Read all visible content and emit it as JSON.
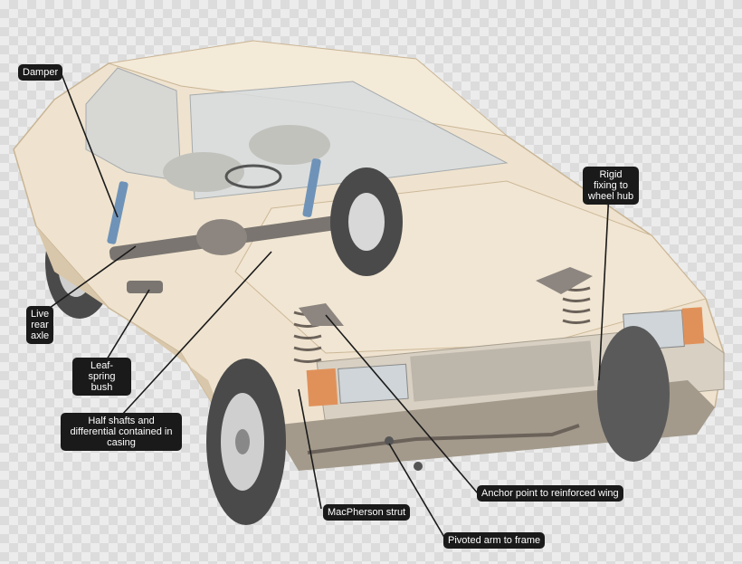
{
  "colors": {
    "body_paint": "#efe3cf",
    "body_shadow": "#d9c7ab",
    "tyre": "#4a4a4a",
    "leader": "#1a1a1a",
    "label_bg": "#1a1a1a",
    "label_text": "#ffffff",
    "damper": "#6f93b8",
    "indicator": "#e0915a"
  },
  "labels": {
    "damper": "Damper",
    "live_rear_axle": "Live rear axle",
    "leaf_spring_bush": "Leaf-spring bush",
    "half_shafts": "Half shafts and differential contained in casing",
    "rigid_fixing": "Rigid fixing to wheel hub",
    "anchor_point": "Anchor point to reinforced wing",
    "macpherson": "MacPherson strut",
    "pivoted_arm": "Pivoted arm to frame"
  }
}
